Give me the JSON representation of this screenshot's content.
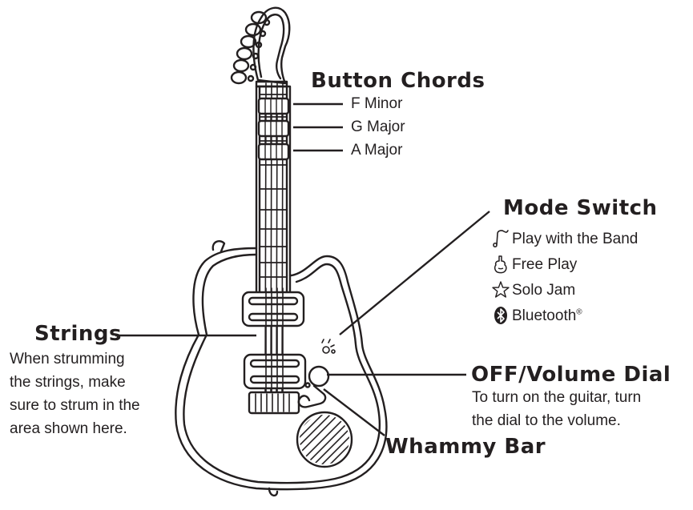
{
  "button_chords": {
    "heading": "Button Chords",
    "chords": [
      "F Minor",
      "G Major",
      "A Major"
    ]
  },
  "mode_switch": {
    "heading": "Mode Switch",
    "modes": [
      {
        "label": "Play with the Band",
        "icon": "music-note-icon"
      },
      {
        "label": "Free Play",
        "icon": "guitar-icon"
      },
      {
        "label": "Solo Jam",
        "icon": "star-icon"
      },
      {
        "label": "Bluetooth",
        "icon": "bluetooth-icon",
        "suffix": "®"
      }
    ]
  },
  "strings": {
    "heading": "Strings",
    "description_lines": [
      "When strumming",
      "the strings, make",
      "sure to strum in the",
      "area shown here."
    ]
  },
  "volume_dial": {
    "heading": "OFF/Volume Dial",
    "description_lines": [
      "To turn on the guitar, turn",
      "the dial to the volume."
    ]
  },
  "whammy_bar": {
    "heading": "Whammy Bar"
  },
  "colors": {
    "ink": "#231f20",
    "background": "#ffffff"
  }
}
